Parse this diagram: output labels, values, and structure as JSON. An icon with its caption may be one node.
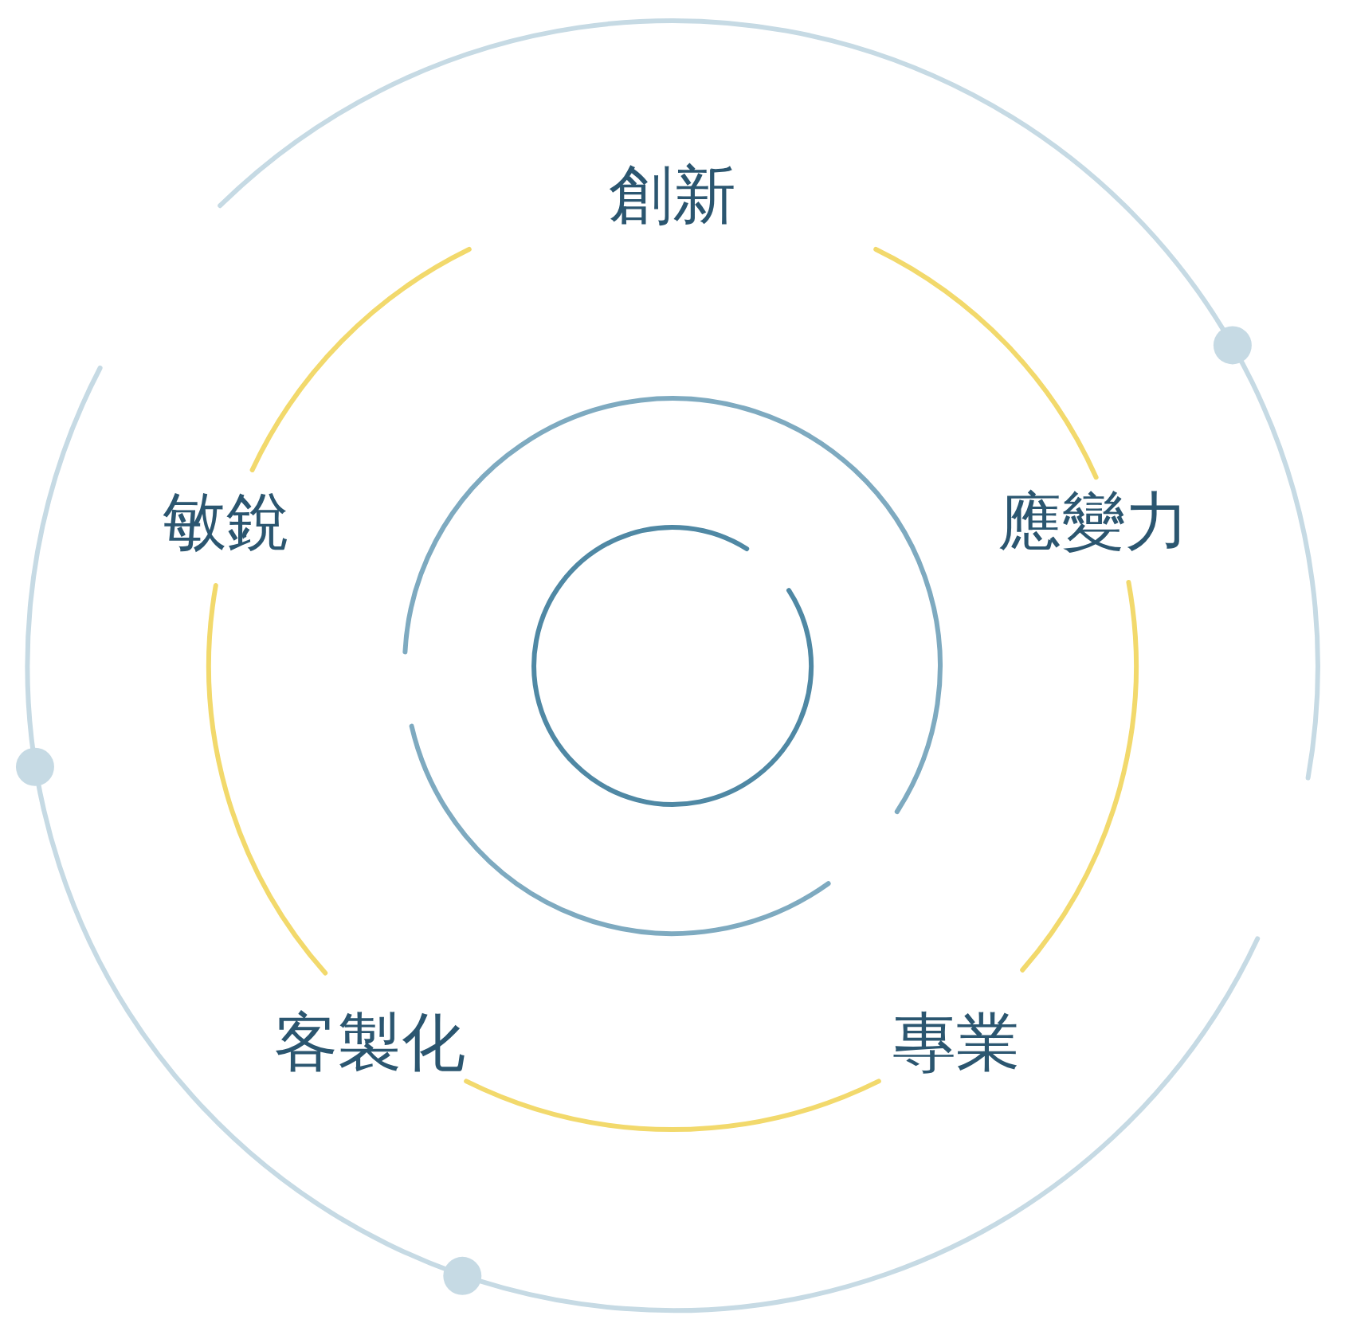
{
  "diagram": {
    "labels": [
      "創新",
      "敏銳",
      "應變力",
      "客製化",
      "專業"
    ]
  }
}
